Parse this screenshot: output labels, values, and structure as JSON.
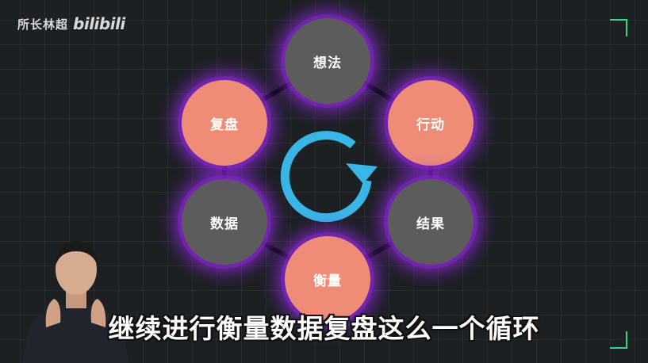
{
  "watermark": {
    "channel": "所长林超",
    "logo_text": "bilibili"
  },
  "diagram": {
    "nodes": [
      {
        "label": "想法",
        "color": "#5c5c5c"
      },
      {
        "label": "行动",
        "color": "#ef8c78"
      },
      {
        "label": "结果",
        "color": "#5c5c5c"
      },
      {
        "label": "衡量",
        "color": "#ef8c78"
      },
      {
        "label": "数据",
        "color": "#5c5c5c"
      },
      {
        "label": "复盘",
        "color": "#ef8c78"
      }
    ],
    "cycle_arrow_color": "#39b6e6",
    "glow_color": "#9628e6"
  },
  "subtitle": "继续进行衡量数据复盘这么一个循环"
}
